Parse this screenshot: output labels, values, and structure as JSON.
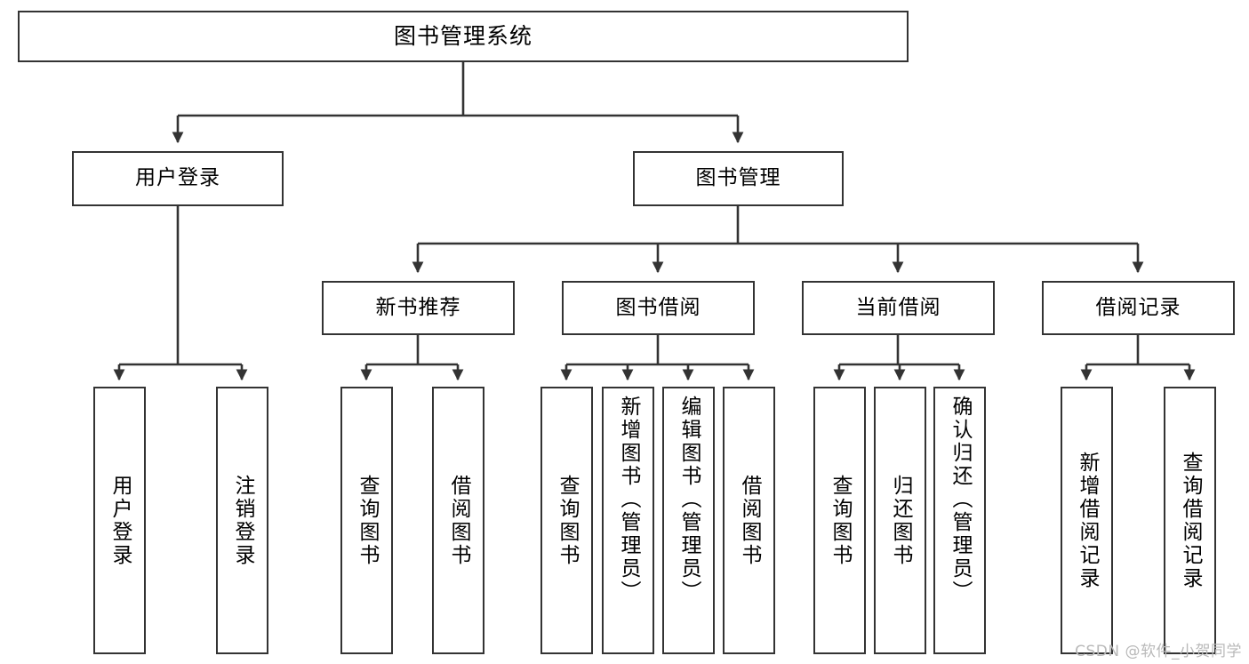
{
  "diagram": {
    "type": "tree-hierarchy-flowchart",
    "title": "图书管理系统",
    "theme": {
      "background": "#ffffff",
      "box_border": "#333333",
      "box_fill": "#ffffff",
      "line": "#333333",
      "text": "#000000",
      "watermark": "#b9b9b9"
    },
    "root": {
      "label": "图书管理系统"
    },
    "level2": [
      {
        "label": "用户登录"
      },
      {
        "label": "图书管理"
      }
    ],
    "level3": [
      {
        "label": "新书推荐"
      },
      {
        "label": "图书借阅"
      },
      {
        "label": "当前借阅"
      },
      {
        "label": "借阅记录"
      }
    ],
    "leaves": {
      "user_login": [
        {
          "label": "用户登录"
        },
        {
          "label": "注销登录"
        }
      ],
      "new_book": [
        {
          "label": "查询图书"
        },
        {
          "label": "借阅图书"
        }
      ],
      "book_borrow": [
        {
          "label": "查询图书"
        },
        {
          "label": "新增图书（管理员）"
        },
        {
          "label": "编辑图书（管理员）"
        },
        {
          "label": "借阅图书"
        }
      ],
      "current_borrow": [
        {
          "label": "查询图书"
        },
        {
          "label": "归还图书"
        },
        {
          "label": "确认归还（管理员）"
        }
      ],
      "borrow_record": [
        {
          "label": "新增借阅记录"
        },
        {
          "label": "查询借阅记录"
        }
      ]
    }
  },
  "watermark": {
    "text": "CSDN @软件_小贺同学"
  }
}
